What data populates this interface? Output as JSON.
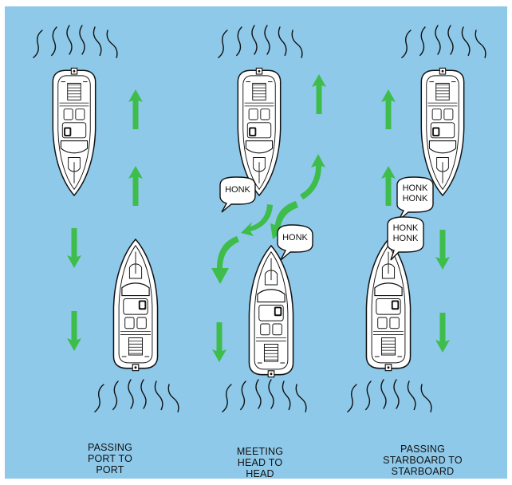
{
  "colors": {
    "water": "#8ec9ea",
    "arrow": "#3ebd4a",
    "hull": "#ffffff",
    "line": "#111111"
  },
  "icons": [
    "boat-icon",
    "wake-lines-icon",
    "direction-arrow-icon",
    "speech-bubble-icon"
  ],
  "panels": [
    {
      "caption": [
        "PASSING",
        "PORT TO",
        "PORT"
      ],
      "bubbles": []
    },
    {
      "caption": [
        "MEETING",
        "HEAD TO",
        "HEAD"
      ],
      "bubbles": [
        {
          "lines": [
            "HONK"
          ]
        },
        {
          "lines": [
            "HONK"
          ]
        }
      ]
    },
    {
      "caption": [
        "PASSING",
        "STARBOARD TO",
        "STARBOARD"
      ],
      "bubbles": [
        {
          "lines": [
            "HONK",
            "HONK"
          ]
        },
        {
          "lines": [
            "HONK",
            "HONK"
          ]
        }
      ]
    }
  ]
}
